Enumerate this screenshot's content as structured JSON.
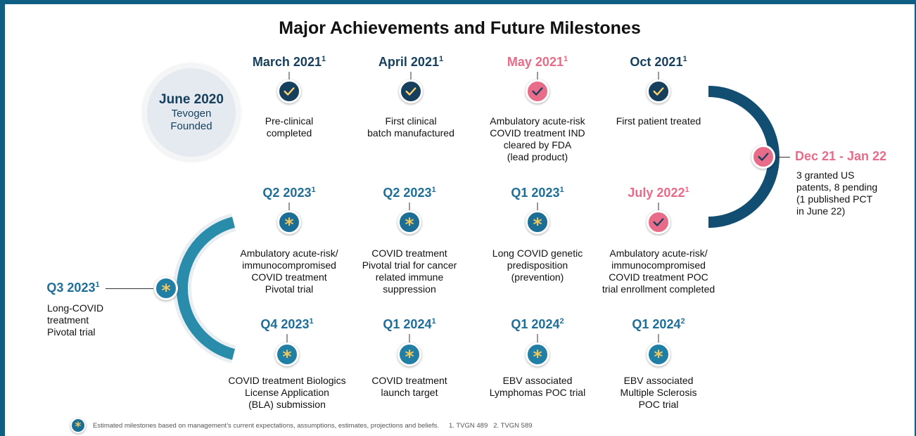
{
  "title": "Major Achievements and Future Milestones",
  "founded": {
    "date": "June 2020",
    "line1": "Tevogen",
    "line2": "Founded"
  },
  "milestones": [
    {
      "date": "March 2021",
      "sup": "1",
      "desc1": "Pre-clinical",
      "desc2": "completed",
      "desc3": "",
      "desc4": ""
    },
    {
      "date": "April 2021",
      "sup": "1",
      "desc1": "First clinical",
      "desc2": "batch manufactured",
      "desc3": "",
      "desc4": ""
    },
    {
      "date": "May 2021",
      "sup": "1",
      "desc1": "Ambulatory acute-risk",
      "desc2": "COVID treatment IND",
      "desc3": "cleared by FDA",
      "desc4": "(lead product)"
    },
    {
      "date": "Oct 2021",
      "sup": "1",
      "desc1": "First patient treated",
      "desc2": "",
      "desc3": "",
      "desc4": ""
    },
    {
      "date": "Dec 21 - Jan 22",
      "sup": "",
      "desc1": "3 granted US",
      "desc2": "patents, 8 pending",
      "desc3": "(1 published PCT",
      "desc4": "in June 22)"
    },
    {
      "date": "July 2022",
      "sup": "1",
      "desc1": "Ambulatory acute-risk/",
      "desc2": "immunocompromised",
      "desc3": "COVID treatment POC",
      "desc4": "trial enrollment completed"
    },
    {
      "date": "Q1 2023",
      "sup": "1",
      "desc1": "Long COVID genetic",
      "desc2": "predisposition",
      "desc3": "(prevention)",
      "desc4": ""
    },
    {
      "date": "Q2 2023",
      "sup": "1",
      "desc1": "COVID treatment",
      "desc2": "Pivotal trial for cancer",
      "desc3": "related immune",
      "desc4": "suppression"
    },
    {
      "date": "Q2 2023",
      "sup": "1",
      "desc1": "Ambulatory acute-risk/",
      "desc2": "immunocompromised",
      "desc3": "COVID treatment",
      "desc4": "Pivotal trial"
    },
    {
      "date": "Q3 2023",
      "sup": "1",
      "desc1": "Long-COVID",
      "desc2": "treatment",
      "desc3": "Pivotal trial",
      "desc4": ""
    },
    {
      "date": "Q4 2023",
      "sup": "1",
      "desc1": "COVID treatment Biologics",
      "desc2": "License Application",
      "desc3": "(BLA) submission",
      "desc4": ""
    },
    {
      "date": "Q1 2024",
      "sup": "1",
      "desc1": "COVID treatment",
      "desc2": "launch target",
      "desc3": "",
      "desc4": ""
    },
    {
      "date": "Q1 2024",
      "sup": "2",
      "desc1": "EBV associated",
      "desc2": "Lymphomas POC trial",
      "desc3": "",
      "desc4": ""
    },
    {
      "date": "Q1 2024",
      "sup": "2",
      "desc1": "EBV associated",
      "desc2": "Multiple Sclerosis",
      "desc3": "POC trial",
      "desc4": ""
    }
  ],
  "footer": {
    "note": "Estimated milestones based on management’s current expectations, assumptions, estimates, projections and beliefs.",
    "fn1": "1. TVGN 489",
    "fn2": "2. TVGN 589"
  },
  "colors": {
    "navy": "#163f5e",
    "pink": "#e86c8a",
    "teal": "#1f6e97",
    "aqua": "#5ec4bd",
    "star": "#f3c95d"
  },
  "icons": {
    "completed": "check-icon",
    "estimated": "asterisk-icon"
  }
}
